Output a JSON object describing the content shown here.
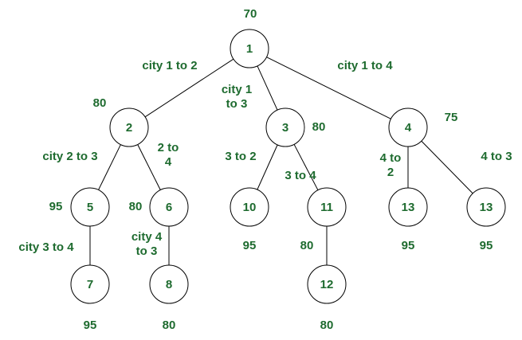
{
  "colors": {
    "text": "#1e6b2f",
    "stroke": "#000000",
    "fill": "#ffffff"
  },
  "nodes": [
    {
      "id": "n1",
      "label": "1",
      "cost": "70"
    },
    {
      "id": "n2",
      "label": "2",
      "cost": "80"
    },
    {
      "id": "n3",
      "label": "3",
      "cost": "80"
    },
    {
      "id": "n4",
      "label": "4",
      "cost": "75"
    },
    {
      "id": "n5",
      "label": "5",
      "cost": "95"
    },
    {
      "id": "n6",
      "label": "6",
      "cost": "80"
    },
    {
      "id": "n10",
      "label": "10",
      "cost": "95"
    },
    {
      "id": "n11",
      "label": "11",
      "cost": "80"
    },
    {
      "id": "n13a",
      "label": "13",
      "cost": "95"
    },
    {
      "id": "n13b",
      "label": "13",
      "cost": "95"
    },
    {
      "id": "n7",
      "label": "7",
      "cost": "95"
    },
    {
      "id": "n8",
      "label": "8",
      "cost": "80"
    },
    {
      "id": "n12",
      "label": "12",
      "cost": "80"
    }
  ],
  "edges": [
    {
      "from": "n1",
      "to": "n2",
      "label": [
        "city 1 to 2"
      ]
    },
    {
      "from": "n1",
      "to": "n3",
      "label": [
        "city 1",
        "to 3"
      ]
    },
    {
      "from": "n1",
      "to": "n4",
      "label": [
        "city 1 to 4"
      ]
    },
    {
      "from": "n2",
      "to": "n5",
      "label": [
        "city 2 to 3"
      ]
    },
    {
      "from": "n2",
      "to": "n6",
      "label": [
        "2 to",
        "4"
      ]
    },
    {
      "from": "n3",
      "to": "n10",
      "label": [
        "3 to 2"
      ]
    },
    {
      "from": "n3",
      "to": "n11",
      "label": [
        "3 to 4"
      ]
    },
    {
      "from": "n4",
      "to": "n13a",
      "label": [
        "4 to",
        "2"
      ]
    },
    {
      "from": "n4",
      "to": "n13b",
      "label": [
        "4 to 3"
      ]
    },
    {
      "from": "n5",
      "to": "n7",
      "label": [
        "city 3 to 4"
      ]
    },
    {
      "from": "n6",
      "to": "n8",
      "label": [
        "city 4",
        "to 3"
      ]
    },
    {
      "from": "n11",
      "to": "n12",
      "label": []
    }
  ]
}
